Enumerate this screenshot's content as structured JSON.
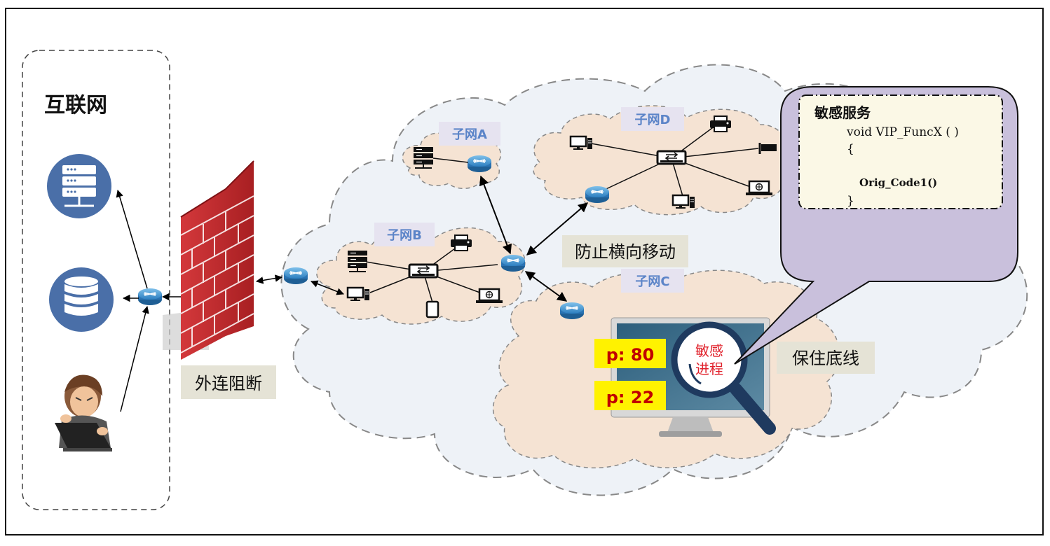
{
  "internet_panel": {
    "title": "互联网"
  },
  "labels": {
    "outbound_block": "外连阻断",
    "lateral_block": "防止横向移动",
    "baseline": "保住底线"
  },
  "subnets": {
    "a": "子网A",
    "b": "子网B",
    "c": "子网C",
    "d": "子网D"
  },
  "sensitive_service": {
    "title": "敏感服务",
    "code_line1": "void VIP_FuncX ( )",
    "code_line2": "{",
    "code_line3": "Orig_Code1()",
    "code_line4": "}"
  },
  "monitor": {
    "port1": "p: 80",
    "port2": "p: 22",
    "process_line1": "敏感",
    "process_line2": "进程"
  },
  "colors": {
    "firewall_red": "#c0282c",
    "router_blue": "#3f90cf",
    "cloud_fill": "#f5e3d3",
    "big_cloud_fill": "#eef2f7",
    "subnet_tag": "#e6e3f0",
    "label_bg": "#e5e3d6",
    "bubble_fill": "#c9c0dc",
    "code_box_fill": "#fbf8e6",
    "port_yellow": "#fff200",
    "port_text": "#c00000",
    "process_text": "#e0202a"
  }
}
